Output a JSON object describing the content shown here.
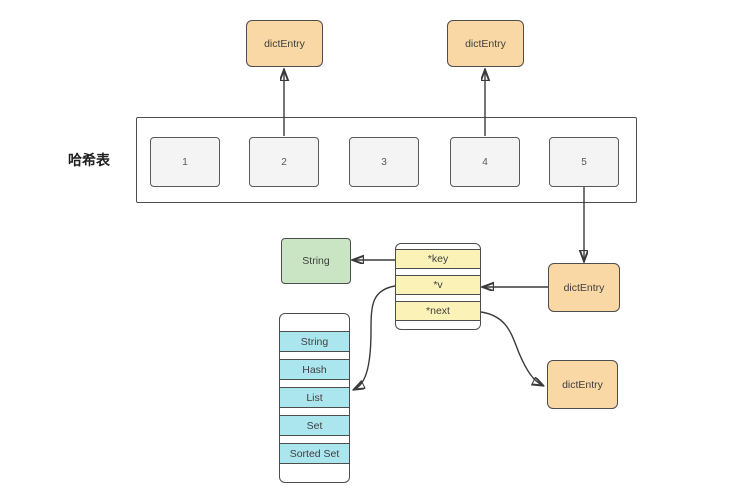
{
  "diagram": {
    "hash_table": {
      "label": "哈希表",
      "slots": [
        "1",
        "2",
        "3",
        "4",
        "5"
      ]
    },
    "dict_entries": {
      "top1": "dictEntry",
      "top2": "dictEntry",
      "middle": "dictEntry",
      "bottom": "dictEntry"
    },
    "entry_struct": {
      "fields": [
        "*key",
        "*v",
        "*next"
      ]
    },
    "key_type_box": "String",
    "value_types": [
      "String",
      "Hash",
      "List",
      "Set",
      "Sorted Set"
    ],
    "colors": {
      "dictentry_fill": "#f9d8a5",
      "struct_fill": "#faf2b6",
      "key_fill": "#c9e5c4",
      "types_fill": "#abe6ef",
      "slot_fill": "#f4f4f4",
      "border": "#4d4d4d",
      "line": "#3a3a3a",
      "background": "#ffffff"
    }
  }
}
